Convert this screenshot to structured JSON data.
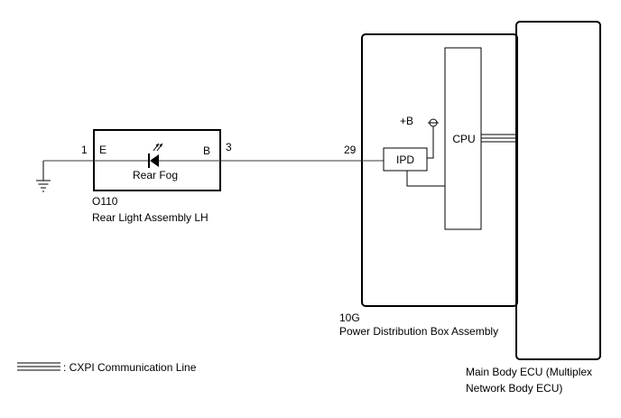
{
  "rear_light": {
    "pin_left_number": "1",
    "pin_left_name": "E",
    "pin_right_name": "B",
    "pin_right_number": "3",
    "component_label": "Rear Fog",
    "connector_code": "O110",
    "assembly_name": "Rear Light Assembly LH"
  },
  "power_box": {
    "pin_number": "29",
    "ipd_label": "IPD",
    "supply_label": "+B",
    "cpu_label": "CPU",
    "connector_code": "10G",
    "assembly_name": "Power Distribution Box Assembly"
  },
  "ecu": {
    "name_line1": "Main Body ECU (Multiplex",
    "name_line2": "Network Body ECU)"
  },
  "legend": {
    "text": ": CXPI Communication Line"
  }
}
